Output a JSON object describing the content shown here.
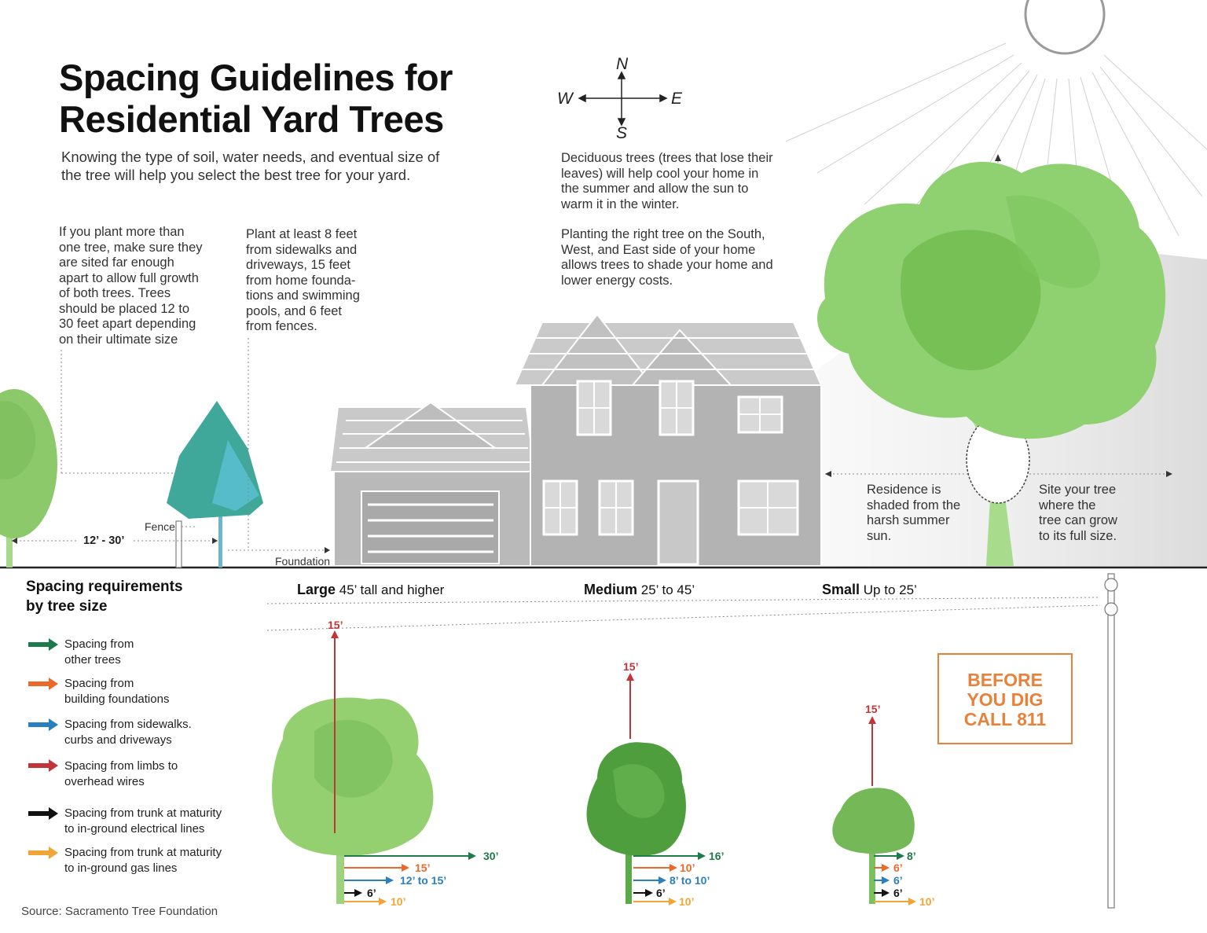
{
  "header": {
    "title_line1": "Spacing Guidelines for",
    "title_line2": "Residential Yard Trees",
    "intro_line1": "Knowing the type of soil, water needs, and eventual size of",
    "intro_line2": "the tree will help you select the best tree for your yard."
  },
  "compass": {
    "n": "N",
    "s": "S",
    "e": "E",
    "w": "W"
  },
  "notes": {
    "multiple_trees": [
      "If you plant more than",
      "one tree, make sure they",
      "are sited far enough",
      "apart to allow full growth",
      "of both trees. Trees",
      "should be placed 12 to",
      "30 feet apart depending",
      "on their ultimate size"
    ],
    "plant_distance": [
      "Plant at least 8 feet",
      "from sidewalks and",
      "driveways, 15 feet",
      "from home founda-",
      "tions and swimming",
      "pools, and 6 feet",
      "from fences."
    ],
    "deciduous": [
      "Deciduous trees (trees that lose their",
      "leaves) will help cool your home in",
      "the summer and allow the sun to",
      "warm it in the winter."
    ],
    "planting_side": [
      "Planting the right tree on the South,",
      "West, and East side of your home",
      "allows trees to shade your home and",
      "lower energy costs."
    ],
    "shaded": [
      "Residence is",
      "shaded from the",
      "harsh summer",
      "sun."
    ],
    "site_tree": [
      "Site your tree",
      "where the",
      "tree can grow",
      "to its full size."
    ]
  },
  "scene_labels": {
    "fence": "Fence",
    "foundation": "Foundation",
    "tree_gap": "12’ - 30’"
  },
  "spacing": {
    "title_line1": "Spacing requirements",
    "title_line2": "by tree size",
    "legend": [
      {
        "key": "trees",
        "color": "#1d7a4a",
        "line1": "Spacing from",
        "line2": "other trees"
      },
      {
        "key": "foundations",
        "color": "#ea6a2b",
        "line1": "Spacing from",
        "line2": "building foundations"
      },
      {
        "key": "sidewalks",
        "color": "#2a7fc1",
        "line1": "Spacing from sidewalks.",
        "line2": "curbs and driveways"
      },
      {
        "key": "wires",
        "color": "#c0353a",
        "line1": "Spacing from limbs to",
        "line2": "overhead wires"
      },
      {
        "key": "electrical",
        "color": "#111111",
        "line1": "Spacing from trunk at maturity",
        "line2": "to in-ground electrical lines"
      },
      {
        "key": "gas",
        "color": "#f0a637",
        "line1": "Spacing from trunk at maturity",
        "line2": "to in-ground gas lines"
      }
    ],
    "sizes": [
      {
        "name": "Large",
        "range": "45’ tall and higher",
        "wires": "15’",
        "trees": "30’",
        "foundations": "15’",
        "sidewalks": "12’ to 15’",
        "electrical": "6’",
        "gas": "10’"
      },
      {
        "name": "Medium",
        "range": "25’ to 45’",
        "wires": "15’",
        "trees": "16’",
        "foundations": "10’",
        "sidewalks": "8’ to 10’",
        "electrical": "6’",
        "gas": "10’"
      },
      {
        "name": "Small",
        "range": "Up to 25’",
        "wires": "15’",
        "trees": "8’",
        "foundations": "6’",
        "sidewalks": "6’",
        "electrical": "6’",
        "gas": "10’"
      }
    ]
  },
  "dig": {
    "line1": "BEFORE",
    "line2": "YOU DIG",
    "line3": "CALL 811"
  },
  "source": "Source: Sacramento Tree Foundation"
}
